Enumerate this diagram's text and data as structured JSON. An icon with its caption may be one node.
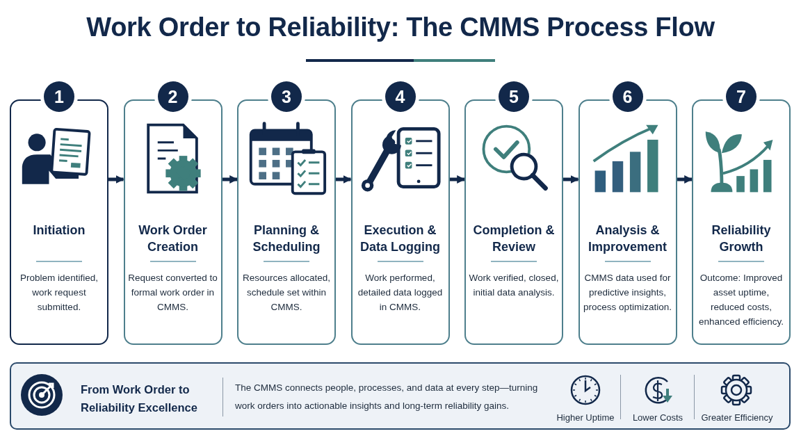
{
  "diagram": {
    "title": "Work Order to Reliability: The CMMS Process Flow",
    "nodes": [
      {
        "text": [
          "1",
          "Initiation",
          "Problem identified, work request submitted."
        ]
      },
      {
        "text": [
          "2",
          "Work Order Creation",
          "Request converted to formal work order in CMMS."
        ]
      },
      {
        "text": [
          "3",
          "Planning & Scheduling",
          "Resources allocated, schedule set within CMMS."
        ]
      },
      {
        "text": [
          "4",
          "Execution & Data Logging",
          "Work performed, detailed data logged in CMMS."
        ]
      },
      {
        "text": [
          "5",
          "Completion & Review",
          "Work verified, closed, initial data analysis."
        ]
      },
      {
        "text": [
          "6",
          "Analysis & Improvement",
          "CMMS data used for predictive insights, process optimization."
        ]
      },
      {
        "text": [
          "7",
          "Reliability Growth",
          "Outcome: Improved asset uptime, reduced costs, enhanced efficiency."
        ]
      },
      {
        "text": [
          "From Work Order to Reliability Excellence",
          "The CMMS connects people, processes, and data at every step—turning work orders into actionable insights and long-term reliability gains.",
          "Higher Uptime",
          "Lower Costs",
          "Greater Efficiency"
        ]
      }
    ],
    "edges": [
      {
        "from": 0,
        "to": 1,
        "arrow": "to"
      },
      {
        "from": 1,
        "to": 2,
        "arrow": "to"
      },
      {
        "from": 2,
        "to": 3,
        "arrow": "to"
      },
      {
        "from": 3,
        "to": 4,
        "arrow": "to"
      },
      {
        "from": 4,
        "to": 5,
        "arrow": "to"
      },
      {
        "from": 5,
        "to": 6,
        "arrow": "to"
      }
    ]
  }
}
